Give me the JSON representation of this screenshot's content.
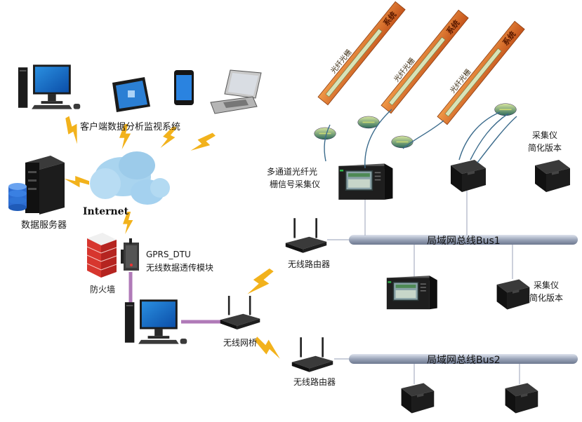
{
  "labels": {
    "client_system": "客户端数据分析监视系统",
    "internet": "Internet",
    "data_server": "数据服务器",
    "firewall": "防火墙",
    "gprs_dtu": "GPRS_DTU",
    "wireless_module": "无线数据透传模块",
    "wireless_bridge": "无线网桥",
    "router_top": "无线路由器",
    "router_bottom": "无线路由器",
    "multichannel_line1": "多通道光纤光",
    "multichannel_line2": "栅信号采集仪",
    "collector_simple_1_line1": "采集仪",
    "collector_simple_1_line2": "简化版本",
    "collector_simple_2_line1": "采集仪",
    "collector_simple_2_line2": "简化版本",
    "bus1": "局域网总线Bus1",
    "bus2": "局域网总线Bus2"
  },
  "fibers": [
    {
      "label": "光纤光栅",
      "tag": "系统"
    },
    {
      "label": "光纤光栅",
      "tag": "系统"
    },
    {
      "label": "光纤光栅",
      "tag": "系统"
    }
  ],
  "colors": {
    "bus": "#9aa4b8",
    "lightning": "#f2b21c",
    "purple_link": "#b07ab8",
    "cloud": "#a9d4ef",
    "fiber_orange": "#e8742a",
    "firewall_red": "#d7362e"
  },
  "icons": [
    "desktop-computer-icon",
    "tablet-icon",
    "smartphone-icon",
    "laptop-icon",
    "server-rack-icon",
    "database-icon",
    "cloud-icon",
    "firewall-icon",
    "gprs-dtu-icon",
    "wireless-router-icon",
    "data-acquisition-unit-icon",
    "collector-box-icon",
    "fiber-grating-sensor-icon",
    "wireless-antenna-icon"
  ]
}
